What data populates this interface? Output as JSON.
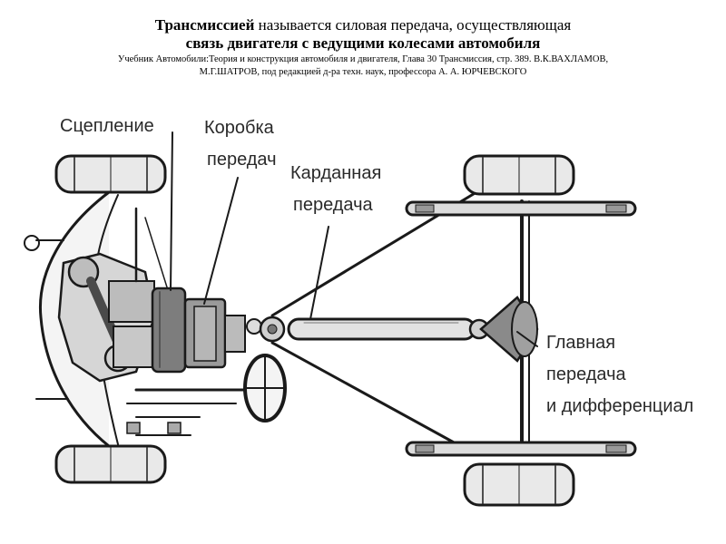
{
  "header": {
    "title_bold": "Трансмиссией",
    "title_rest": " называется силовая передача, осуществляющая",
    "title_line2": "связь двигателя с ведущими колесами автомобиля",
    "source_line1": "Учебник Автомобили:Теория и конструкция автомобиля и двигателя, Глава 30 Трансмиссия, стр. 389.  В.К.ВАХЛАМОВ,",
    "source_line2": "М.Г.ШАТРОВ, под редакцией  д-ра техн. наук, профессора А. А. ЮРЧЕВСКОГО"
  },
  "labels": {
    "clutch": "Сцепление",
    "gearbox_1": "Коробка",
    "gearbox_2": "передач",
    "cardan_1": "Карданная",
    "cardan_2": "передача",
    "final_1": "Главная",
    "final_2": "передача",
    "final_3": "и дифференциал"
  }
}
